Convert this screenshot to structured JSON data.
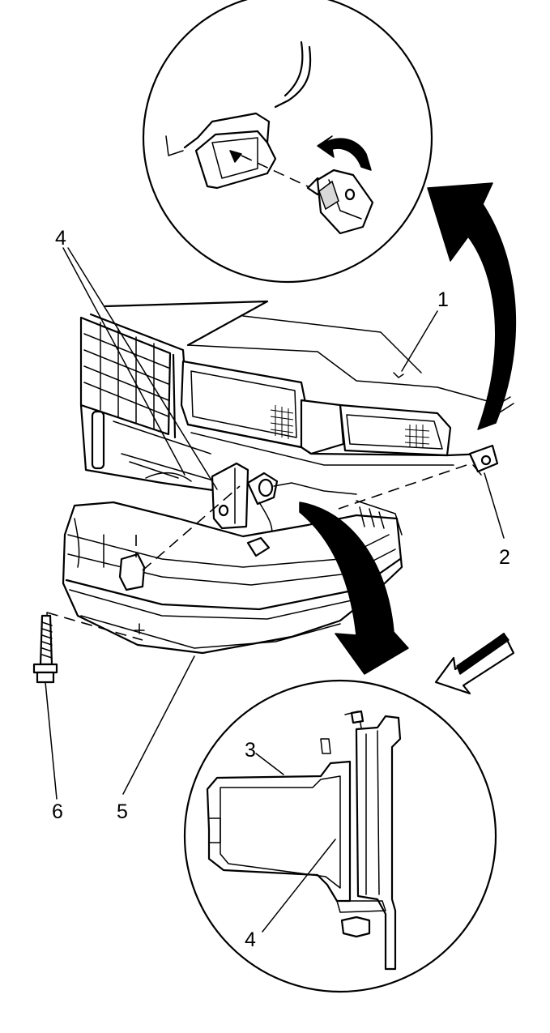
{
  "callouts": {
    "c1": "1",
    "c2": "2",
    "c3": "3",
    "c4_main": "4",
    "c4_detail": "4",
    "c5": "5",
    "c6": "6"
  }
}
